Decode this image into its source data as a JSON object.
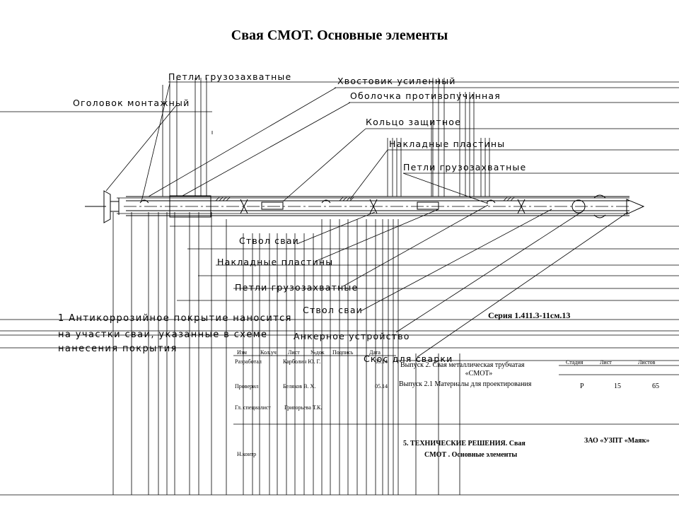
{
  "title": "Свая СМОТ. Основные элементы",
  "callouts": {
    "petli_top": "Петли грузозахватные",
    "khvostovik": "Хвостовик усиленный",
    "obolochka": "Оболочка противопучинная",
    "ogolovok": "Оголовок монтажный",
    "koltso": "Кольцо защитное",
    "nakladnye_top": "Накладные пластины",
    "petli_right": "Петли грузозахватные",
    "stvol_1": "Ствол сваи",
    "nakladnye_bottom": "Накладные пластины",
    "petli_bottom": "Петли грузозахватные",
    "stvol_2": "Ствол сваи",
    "ankernoe": "Анкерное устройство",
    "skos": "Скос для сварки"
  },
  "note": {
    "line1": "1 Антикоррозийное покрытие наносится",
    "line2": "на участки сваи, указанные в схеме",
    "line3": "нанесения покрытия"
  },
  "title_block": {
    "series": "Серия 1.411.3-11см.13",
    "headers": [
      "Изм",
      "Кол.уч",
      "Лист",
      "№док",
      "Подпись",
      "Дата"
    ],
    "razrabotal_role": "Разработал",
    "razrabotal_name": "Карболин Ю. Г.",
    "razrabotal_date": "05.14",
    "proveril_role": "Проверил",
    "proveril_name": "Беляков В. Х.",
    "proveril_date": "05.14",
    "gl_role": "Гл. специалист",
    "gl_name": "Григорьева Т.К.",
    "nkontr_role": "Н.контр",
    "doc_line1": "Выпуск 2. Свая металлическая трубчатая",
    "doc_line2": "«СМОТ»",
    "doc_line3": "Выпуск 2.1 Материалы для проектирования",
    "stage_label": "Стадия",
    "sheet_label": "Лист",
    "sheets_label": "Листов",
    "stage_value": "Р",
    "sheet_value": "15",
    "sheets_value": "65",
    "section_line1": "5. ТЕХНИЧЕСКИЕ РЕШЕНИЯ. Свая",
    "section_line2": "СМОТ . Основные элементы",
    "company": "ЗАО «УЗПТ «Маяк»"
  }
}
